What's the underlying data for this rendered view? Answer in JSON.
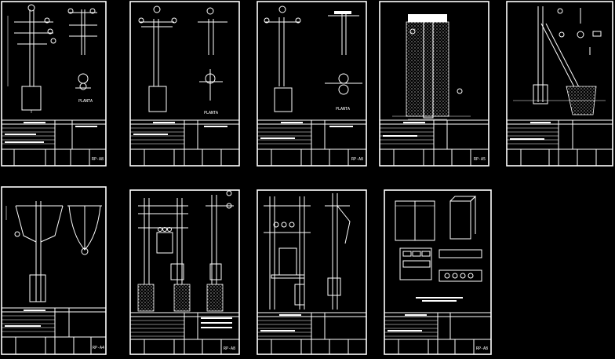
{
  "sheets": [
    {
      "id": "s1",
      "caption": "PLANTA",
      "code": "RP-A8"
    },
    {
      "id": "s2",
      "caption": "PLANTA",
      "code": ""
    },
    {
      "id": "s3",
      "caption": "PLANTA",
      "code": "RP-A8"
    },
    {
      "id": "s4",
      "caption": "",
      "code": "RP-A5"
    },
    {
      "id": "s5",
      "caption": "",
      "code": ""
    },
    {
      "id": "s6",
      "caption": "",
      "code": "RP-A4"
    },
    {
      "id": "s7",
      "caption": "",
      "code": "RP-A8"
    },
    {
      "id": "s8",
      "caption": "",
      "code": ""
    },
    {
      "id": "s9",
      "caption": "",
      "code": "RP-A8"
    }
  ]
}
